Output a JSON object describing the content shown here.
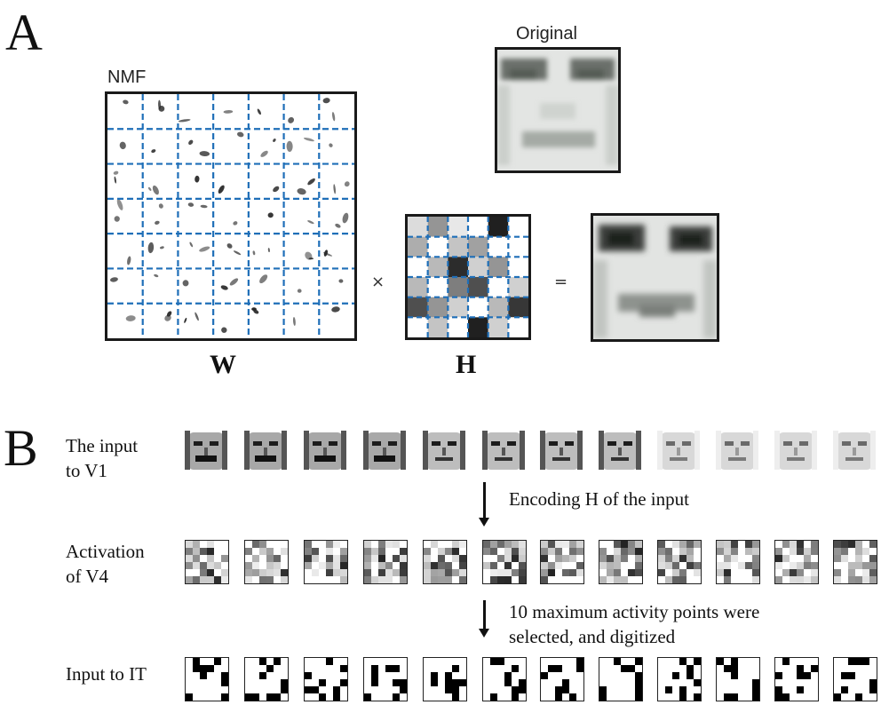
{
  "panel_a": {
    "letter": "A",
    "nmf_label": "NMF",
    "original_label": "Original",
    "times_symbol": "×",
    "equals_symbol": "=",
    "w_label": "W",
    "h_label": "H",
    "h_matrix": [
      [
        0.15,
        0.45,
        0.1,
        0.0,
        0.95,
        0.0
      ],
      [
        0.35,
        0.0,
        0.25,
        0.4,
        0.0,
        0.0
      ],
      [
        0.0,
        0.3,
        0.9,
        0.2,
        0.45,
        0.0
      ],
      [
        0.3,
        0.0,
        0.55,
        0.75,
        0.0,
        0.2
      ],
      [
        0.75,
        0.45,
        0.2,
        0.0,
        0.3,
        0.85
      ],
      [
        0.0,
        0.25,
        0.0,
        0.95,
        0.2,
        0.0
      ]
    ]
  },
  "panel_b": {
    "letter": "B",
    "row1_label": [
      "The input",
      "to V1"
    ],
    "row2_label": [
      "Activation",
      "of V4"
    ],
    "row3_label": "Input to IT",
    "arrow1_text": "Encoding H of the input",
    "arrow2_text": [
      "10 maximum activity points were",
      "selected, and digitized"
    ]
  }
}
